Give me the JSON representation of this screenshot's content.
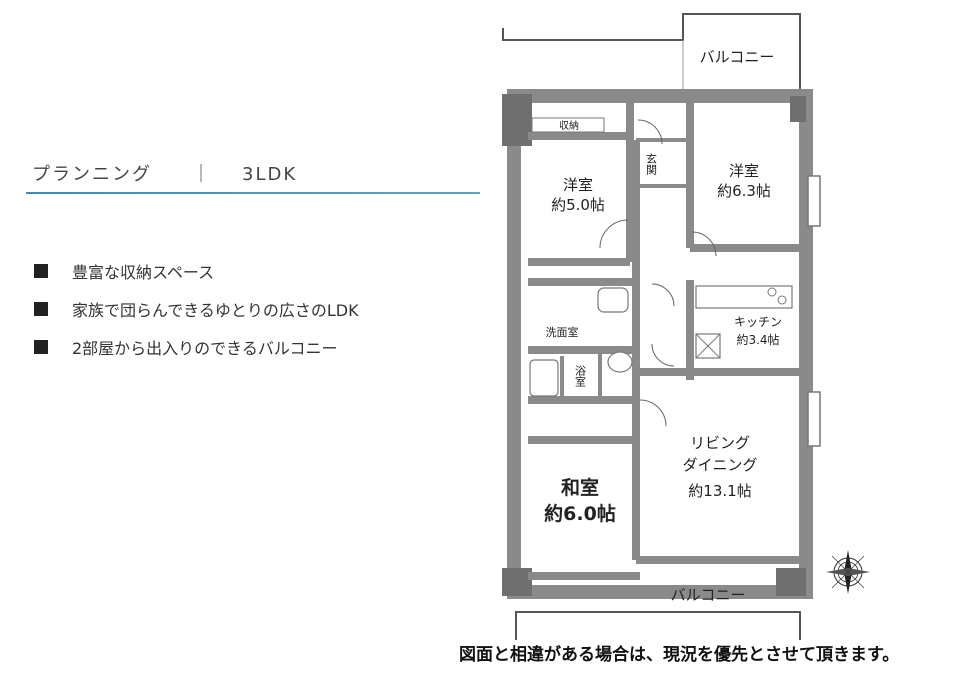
{
  "heading": {
    "label": "プランニング",
    "separator": "｜",
    "layout": "3LDK"
  },
  "features": [
    "豊富な収納スペース",
    "家族で団らんできるゆとりの広さのLDK",
    "2部屋から出入りのできるバルコニー"
  ],
  "floorplan": {
    "balcony_top": "バルコニー",
    "balcony_bottom": "バルコニー",
    "storage": "収納",
    "entrance": "玄関",
    "western_room_1": {
      "name": "洋室",
      "size": "約5.0帖"
    },
    "western_room_2": {
      "name": "洋室",
      "size": "約6.3帖"
    },
    "washroom": "洗面室",
    "bath": "浴室",
    "kitchen": {
      "name": "キッチン",
      "size": "約3.4帖"
    },
    "living": {
      "line1": "リビング",
      "line2": "ダイニング",
      "size": "約13.1帖"
    },
    "japanese_room": {
      "name": "和室",
      "size": "約6.0帖"
    }
  },
  "disclaimer": "図面と相違がある場合は、現況を優先とさせて頂きます。",
  "colors": {
    "wall": "#8a8a8a",
    "accent": "#3a8fb0"
  },
  "icons": [
    "compass-icon"
  ]
}
